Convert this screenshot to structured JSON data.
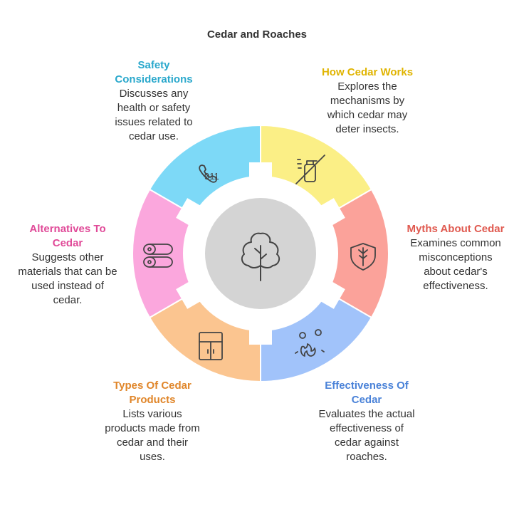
{
  "title": "Cedar and Roaches",
  "center_icon": "cedar-tree-icon",
  "segments": [
    {
      "key": "safety",
      "title": "Safety Considerations",
      "title_color": "#2aa8cc",
      "fill": "#7dd9f7",
      "icon": "phone-911-icon",
      "icon_text": "911",
      "description": "Discusses any health or safety issues related to cedar use."
    },
    {
      "key": "how",
      "title": "How Cedar Works",
      "title_color": "#e0b400",
      "fill": "#fbef86",
      "icon": "no-spray-icon",
      "description": "Explores the mechanisms by which cedar may deter insects."
    },
    {
      "key": "myths",
      "title": "Myths About Cedar",
      "title_color": "#e05a50",
      "fill": "#fba29a",
      "icon": "shield-tree-icon",
      "description": "Examines common misconceptions about cedar's effectiveness."
    },
    {
      "key": "effectiveness",
      "title": "Effectiveness Of Cedar",
      "title_color": "#4a82d8",
      "fill": "#a1c3fa",
      "icon": "bug-fire-icon",
      "description": "Evaluates the actual effectiveness of cedar against roaches."
    },
    {
      "key": "types",
      "title": "Types Of Cedar Products",
      "title_color": "#e0862a",
      "fill": "#fbc590",
      "icon": "cabinet-icon",
      "description": "Lists various products made from cedar and their uses."
    },
    {
      "key": "alternatives",
      "title": "Alternatives To Cedar",
      "title_color": "#e04a98",
      "fill": "#fba7dd",
      "icon": "logs-icon",
      "description": "Suggests other materials that can be used instead of cedar."
    }
  ]
}
